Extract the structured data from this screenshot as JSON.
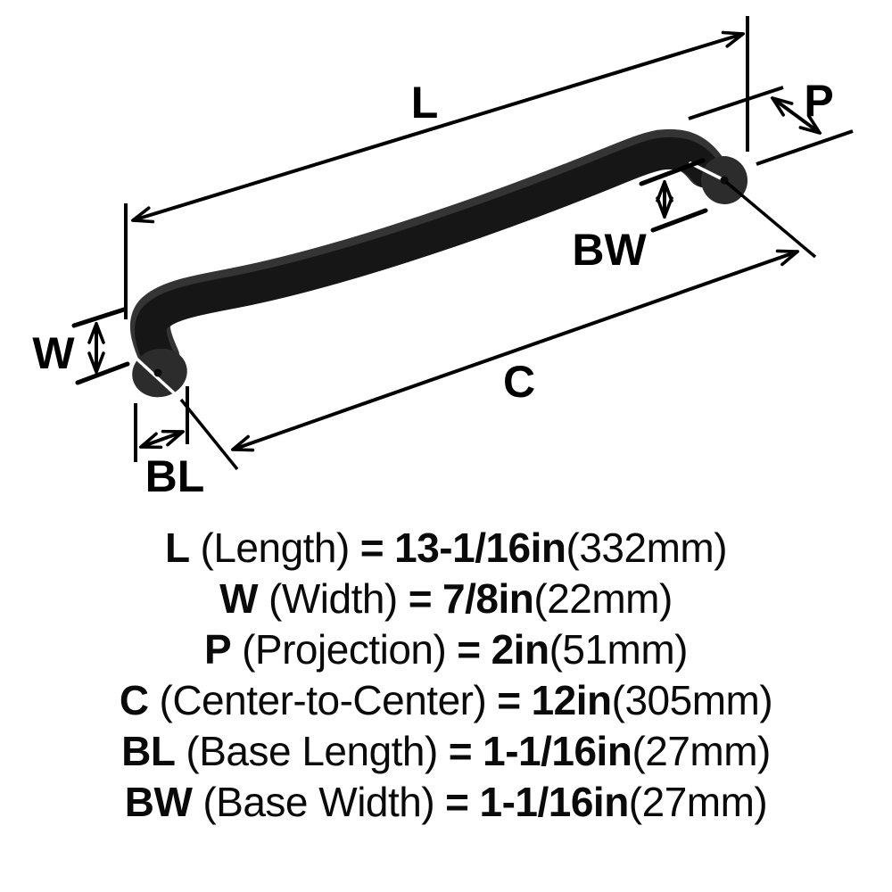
{
  "diagram": {
    "labels": {
      "L": "L",
      "W": "W",
      "P": "P",
      "C": "C",
      "BL": "BL",
      "BW": "BW"
    },
    "colors": {
      "handle": "#343434",
      "handle_shade": "#161616",
      "rosette": "#2c2c2c",
      "hole": "#0a0a0a",
      "line": "#000000",
      "background": "#ffffff",
      "text": "#0a0a0a"
    }
  },
  "spec": {
    "rows": [
      {
        "abbr": "L",
        "name": "(Length)",
        "eq": "=",
        "value": "13-1/16in",
        "metric": "(332mm)"
      },
      {
        "abbr": "W",
        "name": "(Width)",
        "eq": "=",
        "value": "7/8in",
        "metric": "(22mm)"
      },
      {
        "abbr": "P",
        "name": "(Projection)",
        "eq": "=",
        "value": "2in",
        "metric": "(51mm)"
      },
      {
        "abbr": "C",
        "name": "(Center-to-Center)",
        "eq": "=",
        "value": "12in",
        "metric": "(305mm)"
      },
      {
        "abbr": "BL",
        "name": "(Base Length)",
        "eq": "=",
        "value": "1-1/16in",
        "metric": "(27mm)"
      },
      {
        "abbr": "BW",
        "name": "(Base Width)",
        "eq": "=",
        "value": "1-1/16in",
        "metric": "(27mm)"
      }
    ]
  }
}
